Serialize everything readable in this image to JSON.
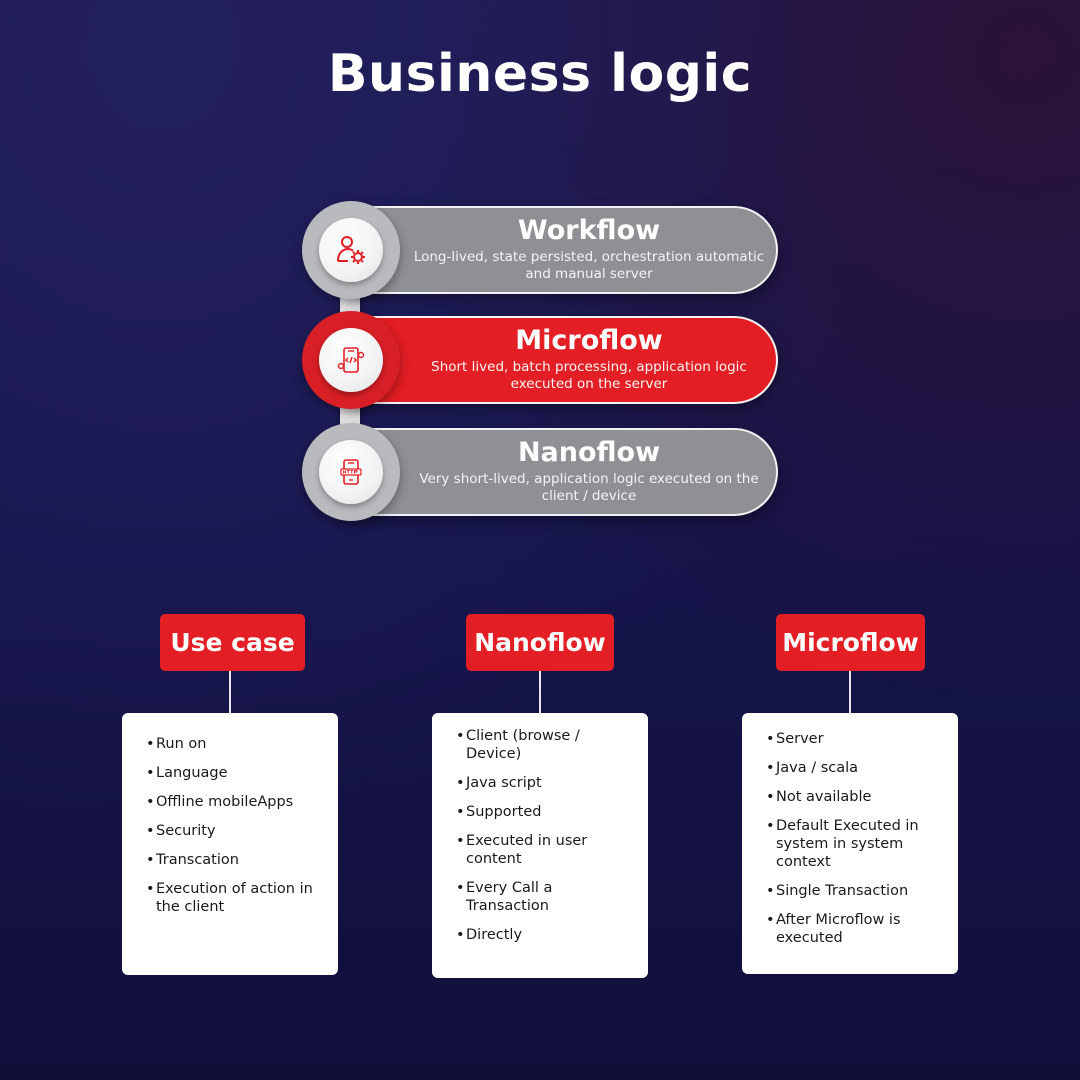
{
  "title": "Business logic",
  "flows": [
    {
      "title": "Workflow",
      "desc": "Long-lived, state persisted, orchestration automatic and manual server",
      "style": "gray",
      "icon": "user-gear-icon"
    },
    {
      "title": "Microflow",
      "desc": "Short lived, batch processing, application logic executed on the server",
      "style": "red",
      "icon": "mobile-code-icon"
    },
    {
      "title": "Nanoflow",
      "desc": "Very short-lived, application logic executed on the client / device",
      "style": "gray",
      "icon": "mobile-http-icon"
    }
  ],
  "columns": [
    {
      "header": "Use case",
      "items": [
        "Run on",
        "Language",
        "Offline mobileApps",
        "Security",
        "Transcation",
        "Execution of action in the client"
      ]
    },
    {
      "header": "Nanoflow",
      "items": [
        "Client (browse / Device)",
        "Java script",
        "Supported",
        "Executed in user content",
        "Every Call a Transaction",
        "Directly"
      ]
    },
    {
      "header": "Microflow",
      "items": [
        "Server",
        "Java / scala",
        "Not available",
        "Default Executed in system in system context",
        "Single Transaction",
        "After Microflow is executed"
      ]
    }
  ],
  "colors": {
    "accent": "#e31e24",
    "pill_gray": "#8f9094",
    "background": "#1b1a52"
  }
}
